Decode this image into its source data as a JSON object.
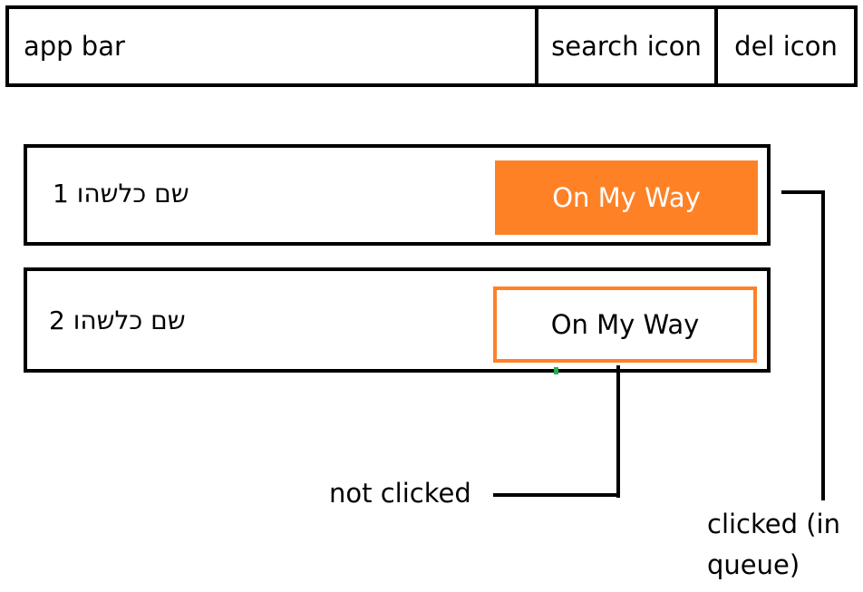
{
  "app_bar": {
    "title": "app bar",
    "search_label": "search icon",
    "delete_label": "del icon"
  },
  "rows": [
    {
      "label": "שם כלשהו 1",
      "button_label": "On My Way",
      "button_state": "clicked"
    },
    {
      "label": "שם כלשהו 2",
      "button_label": "On My Way",
      "button_state": "not clicked"
    }
  ],
  "annotations": {
    "not_clicked": "not clicked",
    "clicked": "clicked (in queue)"
  },
  "colors": {
    "accent": "#FF8126",
    "border": "#000000",
    "marker": "#22B14C"
  }
}
